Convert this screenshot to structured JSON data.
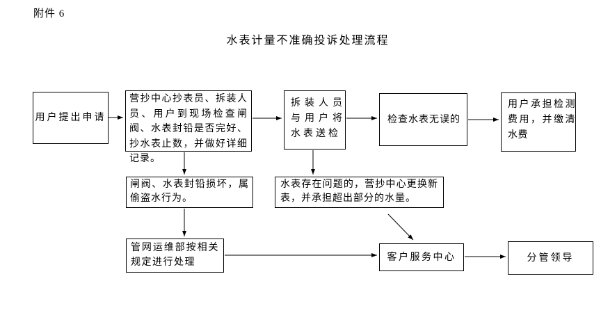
{
  "header": {
    "attachment_label": "附件 6",
    "title": "水表计量不准确投诉处理流程"
  },
  "flowchart": {
    "nodes": [
      {
        "id": "user-apply",
        "text": "用户提出申请"
      },
      {
        "id": "site-check",
        "text": "营抄中心抄表员、拆装人员、用户到现场检查闸阀、水表封铅是否完好、抄水表止数，并做好详细记录。"
      },
      {
        "id": "send-meter-for-test",
        "text": "拆装人员与用户将水表送检"
      },
      {
        "id": "meter-correct",
        "text": "检查水表无误的"
      },
      {
        "id": "user-bears-fee",
        "text": "用户承担检测费用，并缴清水费"
      },
      {
        "id": "seal-damaged",
        "text": "闸阀、水表封铅损坏，属偷盗水行为。"
      },
      {
        "id": "meter-faulty",
        "text": "水表存在问题的，营抄中心更换新表，并承担超出部分的水量。"
      },
      {
        "id": "pipe-network-dept",
        "text": "管网运维部按相关规定进行处理"
      },
      {
        "id": "customer-service-center",
        "text": "客户服务中心"
      },
      {
        "id": "leader-in-charge",
        "text": "分管领导"
      }
    ],
    "connections": [
      {
        "from": "user-apply",
        "to": "site-check"
      },
      {
        "from": "site-check",
        "to": "send-meter-for-test"
      },
      {
        "from": "send-meter-for-test",
        "to": "meter-correct"
      },
      {
        "from": "meter-correct",
        "to": "user-bears-fee"
      },
      {
        "from": "site-check",
        "to": "seal-damaged"
      },
      {
        "from": "send-meter-for-test",
        "to": "meter-faulty"
      },
      {
        "from": "seal-damaged",
        "to": "pipe-network-dept"
      },
      {
        "from": "meter-faulty",
        "to": "customer-service-center"
      },
      {
        "from": "pipe-network-dept",
        "to": "customer-service-center"
      },
      {
        "from": "customer-service-center",
        "to": "leader-in-charge"
      }
    ]
  }
}
